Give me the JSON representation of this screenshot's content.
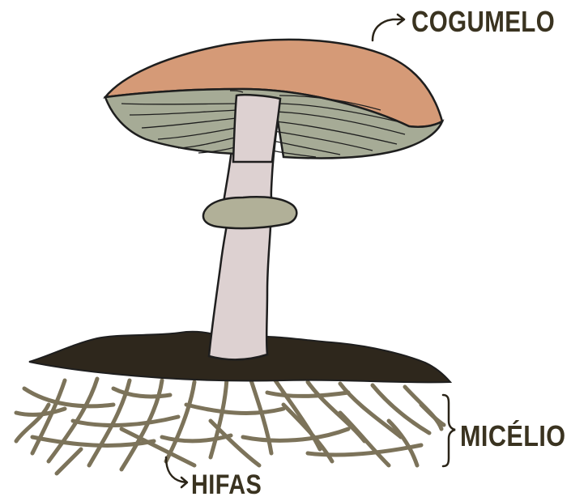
{
  "labels": {
    "mushroom": "COGUMELO",
    "mycelium": "MICÉLIO",
    "hyphae": "HIFAS"
  },
  "colors": {
    "cap_top": "#d59a77",
    "gills": "#a6ab96",
    "stem": "#ddd1d1",
    "ring": "#b1b098",
    "soil": "#2e271c",
    "hyphae": "#7c735a",
    "outline": "#1e1e1e",
    "label_text": "#3a3320"
  }
}
